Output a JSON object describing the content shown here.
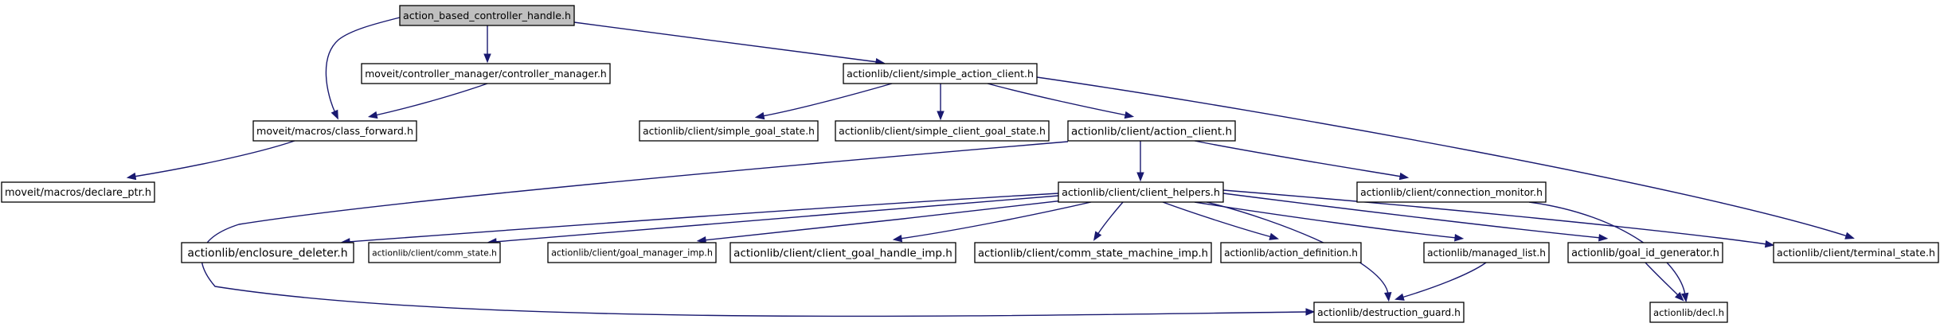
{
  "diagram": {
    "nodes": [
      {
        "id": "n0",
        "label": "action_based_controller_handle.h",
        "root": true
      },
      {
        "id": "n1",
        "label": "moveit/controller_manager/controller_manager.h"
      },
      {
        "id": "n2",
        "label": "actionlib/client/simple_action_client.h"
      },
      {
        "id": "n3",
        "label": "moveit/macros/class_forward.h"
      },
      {
        "id": "n4",
        "label": "moveit/macros/declare_ptr.h"
      },
      {
        "id": "n5",
        "label": "actionlib/client/simple_goal_state.h"
      },
      {
        "id": "n6",
        "label": "actionlib/client/simple_client_goal_state.h"
      },
      {
        "id": "n7",
        "label": "actionlib/client/action_client.h"
      },
      {
        "id": "n8",
        "label": "actionlib/client/client_helpers.h"
      },
      {
        "id": "n9",
        "label": "actionlib/client/connection_monitor.h"
      },
      {
        "id": "n10",
        "label": "actionlib/enclosure_deleter.h"
      },
      {
        "id": "n11",
        "label": "actionlib/client/comm_state.h"
      },
      {
        "id": "n12",
        "label": "actionlib/client/goal_manager_imp.h"
      },
      {
        "id": "n13",
        "label": "actionlib/client/client_goal_handle_imp.h"
      },
      {
        "id": "n14",
        "label": "actionlib/client/comm_state_machine_imp.h"
      },
      {
        "id": "n15",
        "label": "actionlib/action_definition.h"
      },
      {
        "id": "n16",
        "label": "actionlib/managed_list.h"
      },
      {
        "id": "n17",
        "label": "actionlib/goal_id_generator.h"
      },
      {
        "id": "n18",
        "label": "actionlib/client/terminal_state.h"
      },
      {
        "id": "n19",
        "label": "actionlib/destruction_guard.h"
      },
      {
        "id": "n20",
        "label": "actionlib/decl.h"
      }
    ],
    "edges": [
      {
        "from": "n0",
        "to": "n1"
      },
      {
        "from": "n0",
        "to": "n2"
      },
      {
        "from": "n0",
        "to": "n3"
      },
      {
        "from": "n1",
        "to": "n3"
      },
      {
        "from": "n3",
        "to": "n4"
      },
      {
        "from": "n2",
        "to": "n5"
      },
      {
        "from": "n2",
        "to": "n6"
      },
      {
        "from": "n2",
        "to": "n7"
      },
      {
        "from": "n2",
        "to": "n18"
      },
      {
        "from": "n7",
        "to": "n8"
      },
      {
        "from": "n7",
        "to": "n9"
      },
      {
        "from": "n7",
        "to": "n19"
      },
      {
        "from": "n8",
        "to": "n10"
      },
      {
        "from": "n8",
        "to": "n11"
      },
      {
        "from": "n8",
        "to": "n12"
      },
      {
        "from": "n8",
        "to": "n13"
      },
      {
        "from": "n8",
        "to": "n14"
      },
      {
        "from": "n8",
        "to": "n15"
      },
      {
        "from": "n8",
        "to": "n16"
      },
      {
        "from": "n8",
        "to": "n17"
      },
      {
        "from": "n8",
        "to": "n18"
      },
      {
        "from": "n8",
        "to": "n19"
      },
      {
        "from": "n9",
        "to": "n20"
      },
      {
        "from": "n16",
        "to": "n19"
      },
      {
        "from": "n17",
        "to": "n20"
      }
    ]
  },
  "colors": {
    "edge": "#191970",
    "root_fill": "#bfbfbf",
    "node_fill": "#ffffff",
    "node_border": "#000000"
  }
}
